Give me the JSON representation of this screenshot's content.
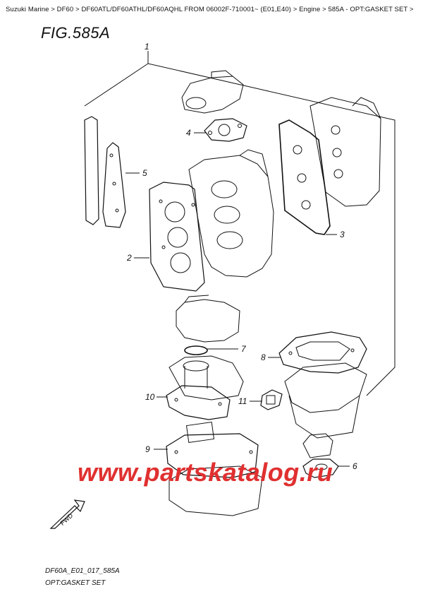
{
  "breadcrumb": {
    "items": [
      "Suzuki Marine",
      "DF60",
      "DF60ATL/DF60ATHL/DF60AQHL FROM 06002F-710001~ (E01,E40)",
      "Engine",
      "585A - OPT:GASKET SET"
    ],
    "separator": ">"
  },
  "figure": {
    "title": "FIG.585A"
  },
  "callouts": [
    "1",
    "2",
    "3",
    "4",
    "5",
    "6",
    "7",
    "8",
    "9",
    "10",
    "11"
  ],
  "fwd_label": "FWD",
  "watermark": "www.partskatalog.ru",
  "footer": {
    "code": "DF60A_E01_017_585A",
    "caption": "OPT:GASKET SET"
  },
  "colors": {
    "watermark": "#e03030",
    "line": "#111111"
  }
}
